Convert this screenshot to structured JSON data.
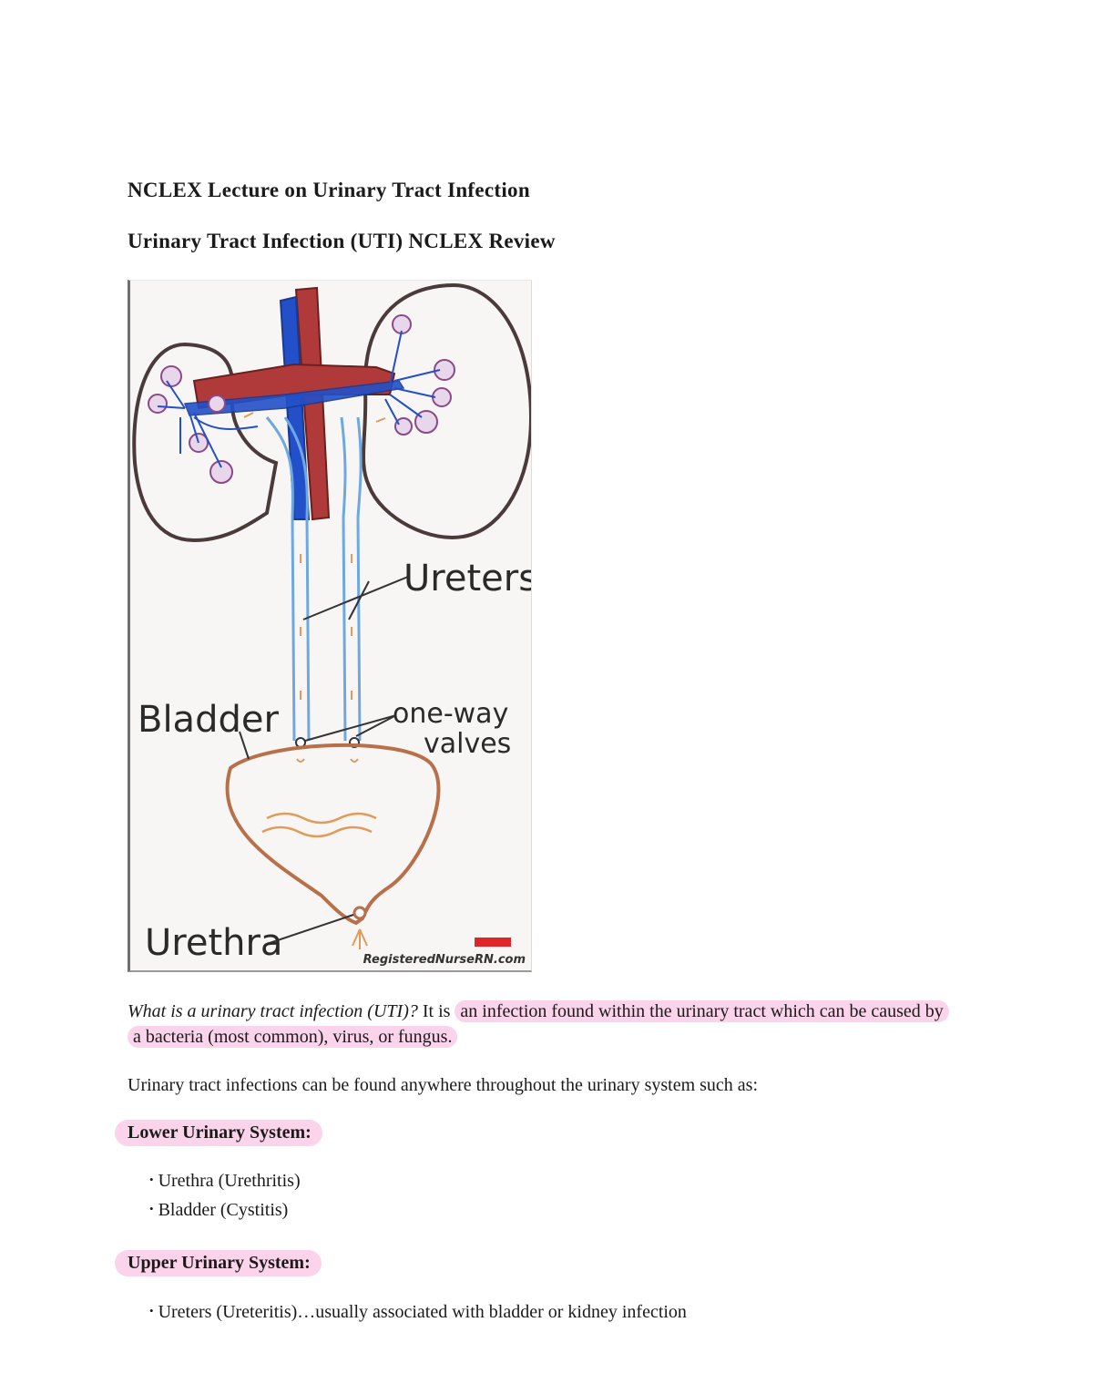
{
  "document": {
    "title": "NCLEX Lecture on Urinary Tract Infection",
    "subtitle": "Urinary Tract Infection (UTI) NCLEX Review"
  },
  "figure": {
    "labels": {
      "ureters": "Ureters",
      "bladder": "Bladder",
      "valves_line1": "one-way",
      "valves_line2": "valves",
      "urethra": "Urethra"
    },
    "credit": "RegisteredNurseRN.com",
    "colors": {
      "kidney_outline": "#4a3a3a",
      "artery": "#b03a3a",
      "vein": "#2350c8",
      "ureter": "#6ea8e0",
      "bladder": "#b8704a",
      "nephron": "#8a4a8a",
      "highlight": "#fbd3ea"
    }
  },
  "intro": {
    "question": "What is a urinary tract infection (UTI)?",
    "lead": " It is ",
    "definition": "an infection found within the urinary tract which can be caused by a bacteria (most common), virus, or fungus."
  },
  "locations_text": "Urinary tract infections can be found anywhere throughout the urinary system such as:",
  "lower": {
    "heading": "Lower Urinary System:",
    "items": [
      "Urethra (Urethritis)",
      "Bladder (Cystitis)"
    ]
  },
  "upper": {
    "heading": "Upper Urinary System:",
    "items": [
      "Ureters (Ureteritis)…usually associated with bladder or kidney infection"
    ]
  }
}
